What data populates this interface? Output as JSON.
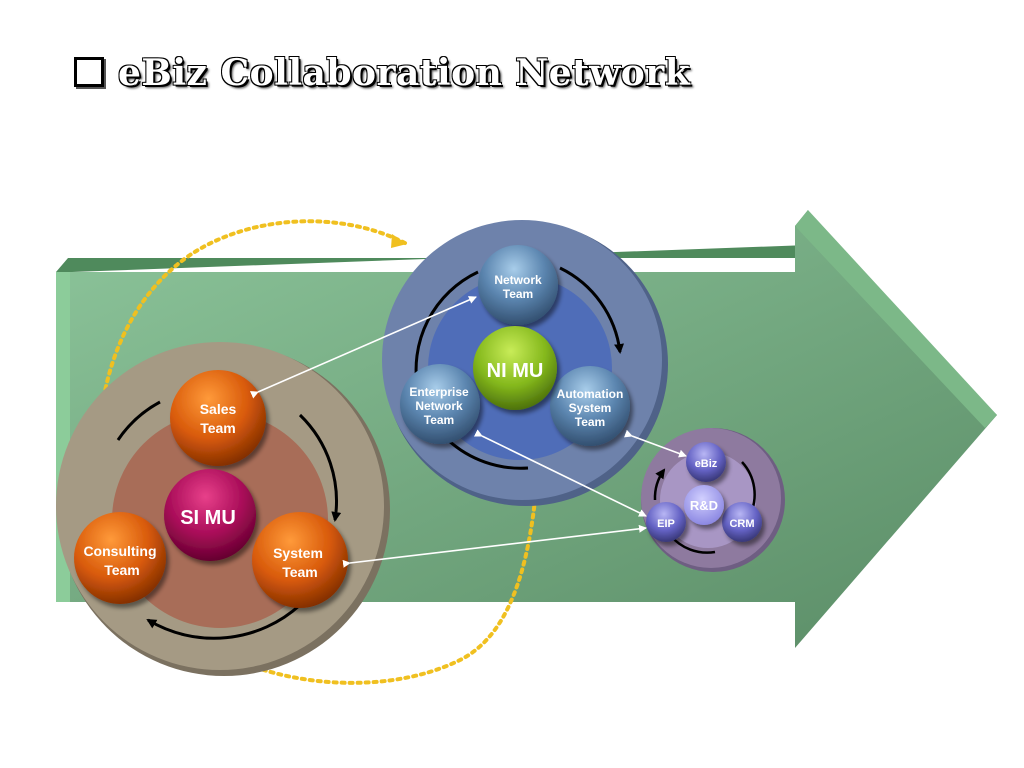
{
  "title": "eBiz Collaboration Network",
  "groups": {
    "si": {
      "center": "SI MU",
      "members": [
        {
          "line1": "Sales",
          "line2": "Team"
        },
        {
          "line1": "Consulting",
          "line2": "Team"
        },
        {
          "line1": "System",
          "line2": "Team"
        }
      ]
    },
    "ni": {
      "center": "NI MU",
      "members": [
        {
          "line1": "Network",
          "line2": "Team"
        },
        {
          "line1": "Enterprise",
          "line2": "Network",
          "line3": "Team"
        },
        {
          "line1": "Automation",
          "line2": "System",
          "line3": "Team"
        }
      ]
    },
    "rd": {
      "center": "R&D",
      "members": [
        {
          "line1": "eBiz"
        },
        {
          "line1": "EIP"
        },
        {
          "line1": "CRM"
        }
      ]
    }
  },
  "colors": {
    "arrow": "#6fa57a",
    "si_disc": "#a59a84",
    "ni_disc": "#6e82ab",
    "rd_disc": "#8e7a9f",
    "orange_node": "#e0620c",
    "blue_node": "#5c86b0",
    "green_node": "#8abf1e",
    "magenta_node": "#b0105c",
    "purple_node": "#6a68c8",
    "dotted_arc": "#f0c020"
  }
}
